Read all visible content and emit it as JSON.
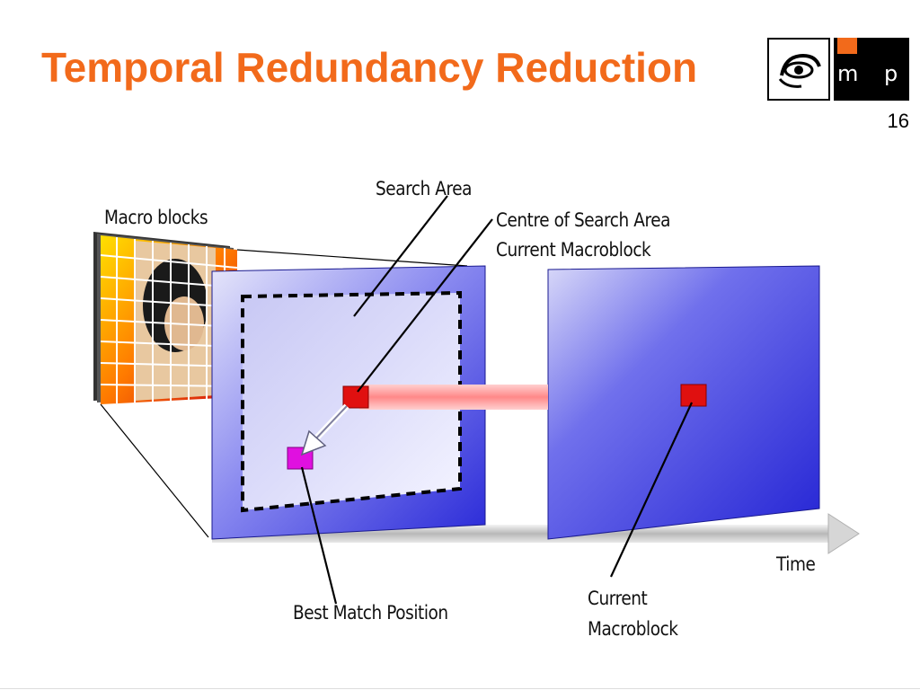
{
  "slide": {
    "title": "Temporal Redundancy Reduction",
    "page_number": "16"
  },
  "logo": {
    "letters_m": "m",
    "letters_p": "p",
    "accent_color": "#f26a1b"
  },
  "diagram": {
    "labels": {
      "search_area": "Search Area",
      "macro_blocks": "Macro blocks",
      "centre_line1": "Centre of Search Area",
      "centre_line2": "Current Macroblock",
      "time": "Time",
      "best_match": "Best Match Position",
      "current_line1": "Current",
      "current_line2": "Macroblock"
    },
    "colors": {
      "frame_blue": "#3c3cdc",
      "macroblock_red": "#e01010",
      "best_match_magenta": "#e010e0",
      "time_arrow_grey": "#c8c8c8"
    }
  }
}
